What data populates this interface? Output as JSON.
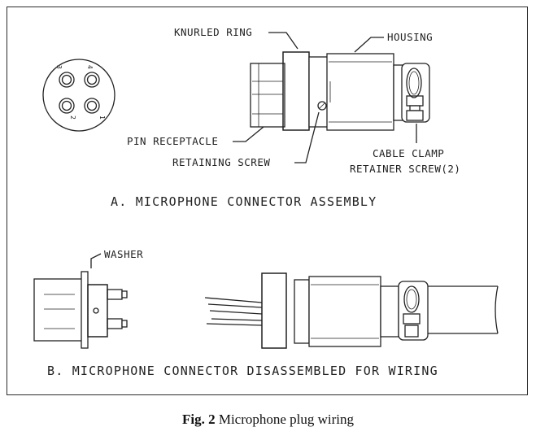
{
  "figure": {
    "caption_prefix": "Fig. 2",
    "caption_text": " Microphone plug wiring"
  },
  "section_a": {
    "title": "A. MICROPHONE CONNECTOR ASSEMBLY",
    "labels": {
      "knurled_ring": "KNURLED RING",
      "housing": "HOUSING",
      "pin_receptacle": "PIN RECEPTACLE",
      "retaining_screw": "RETAINING SCREW",
      "cable_clamp_line1": "CABLE CLAMP",
      "cable_clamp_line2": "RETAINER SCREW(2)"
    },
    "pin_numbers": [
      "1",
      "2",
      "3",
      "4"
    ]
  },
  "section_b": {
    "title": "B. MICROPHONE CONNECTOR DISASSEMBLED FOR WIRING",
    "labels": {
      "washer": "WASHER"
    }
  }
}
